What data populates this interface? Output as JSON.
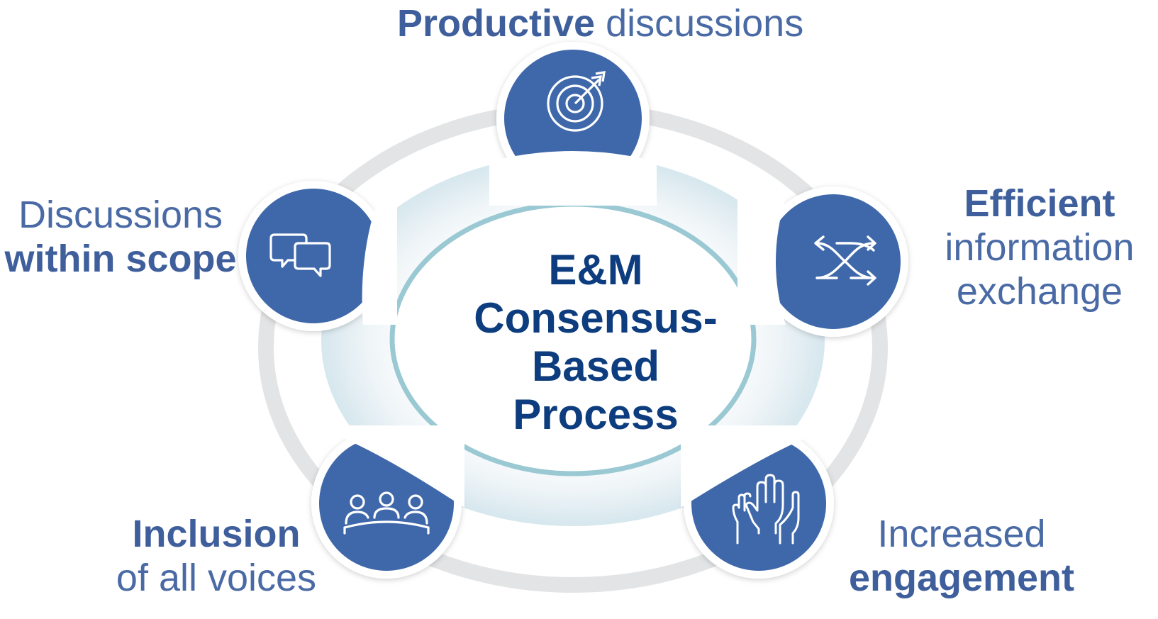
{
  "center": {
    "lines": [
      "E&M",
      "Consensus-",
      "Based",
      "Process"
    ]
  },
  "nodes": [
    {
      "id": "productive",
      "icon": "target-icon",
      "label_bold": "Productive",
      "label_rest": "discussions"
    },
    {
      "id": "efficient",
      "icon": "shuffle-arrows-icon",
      "label_bold": "Efficient",
      "label_rest_1": "information",
      "label_rest_2": "exchange"
    },
    {
      "id": "engagement",
      "icon": "raised-hands-icon",
      "label_rest": "Increased",
      "label_bold": "engagement"
    },
    {
      "id": "inclusion",
      "icon": "group-meeting-icon",
      "label_bold": "Inclusion",
      "label_rest": "of all voices"
    },
    {
      "id": "scope",
      "icon": "chat-bubbles-icon",
      "label_rest": "Discussions",
      "label_bold": "within scope"
    }
  ],
  "colors": {
    "node_fill": "#3f68aa",
    "ring_gray": "#e3e4e5",
    "inner_ring": "#9ac9d3",
    "center_text": "#0d3d7e",
    "label_text": "#4a6aa5"
  }
}
